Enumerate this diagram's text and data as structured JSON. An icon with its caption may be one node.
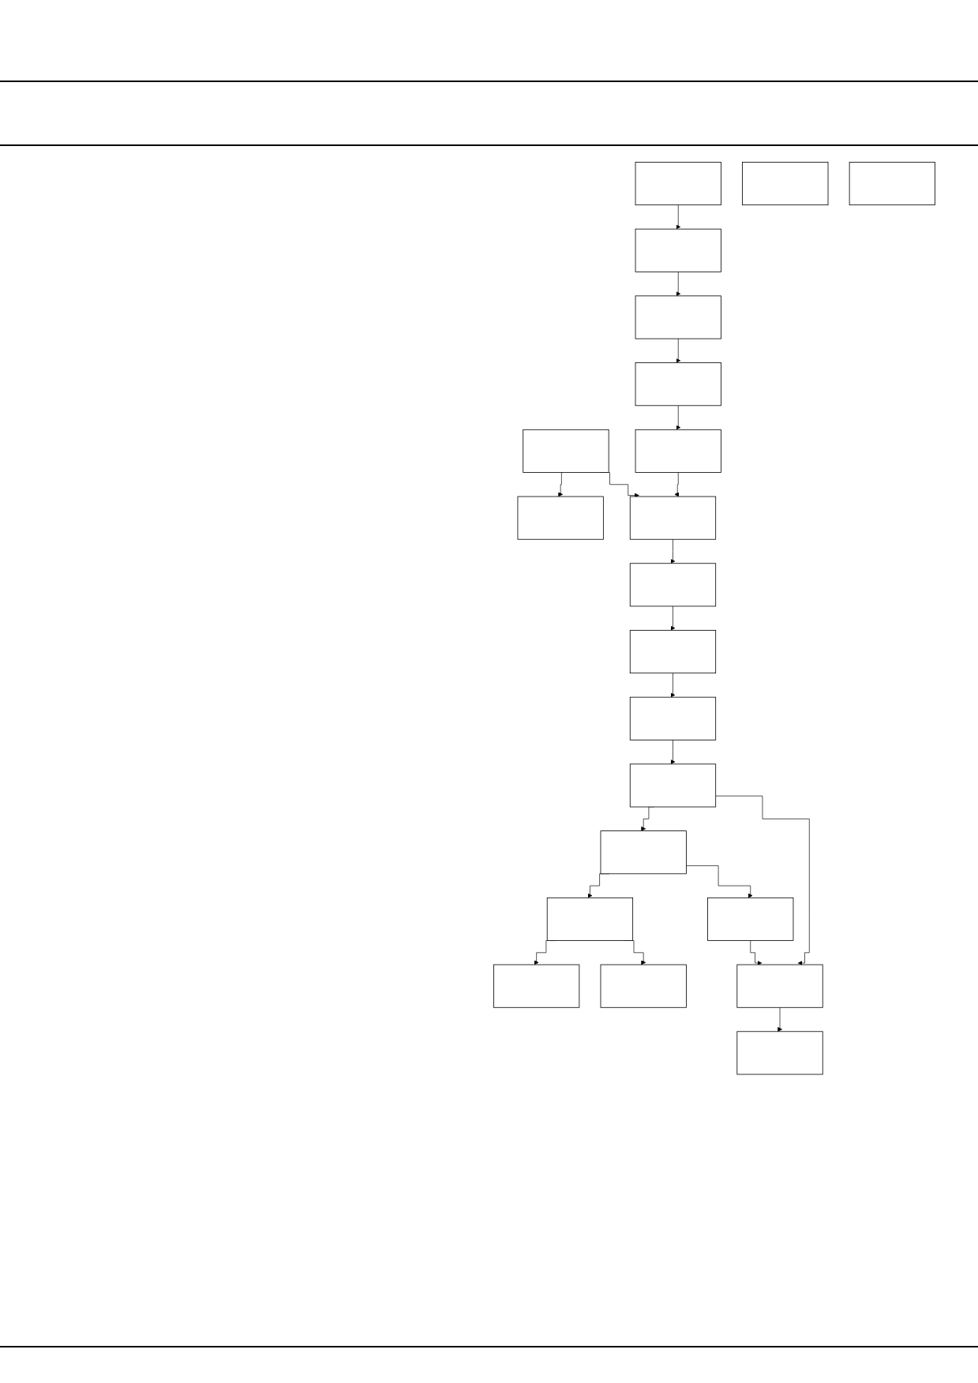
{
  "diagram": {
    "nodes": [
      {
        "text": [],
        "shape": "box"
      },
      {
        "text": [],
        "shape": "box"
      },
      {
        "text": [],
        "shape": "box"
      },
      {
        "text": [],
        "shape": "box"
      },
      {
        "text": [],
        "shape": "box"
      },
      {
        "text": [],
        "shape": "box"
      },
      {
        "text": [],
        "shape": "box"
      },
      {
        "text": [],
        "shape": "box"
      },
      {
        "text": [],
        "shape": "box"
      },
      {
        "text": [],
        "shape": "box"
      },
      {
        "text": [],
        "shape": "box"
      },
      {
        "text": [],
        "shape": "box"
      },
      {
        "text": [],
        "shape": "box"
      },
      {
        "text": [],
        "shape": "box"
      },
      {
        "text": [],
        "shape": "box"
      },
      {
        "text": [],
        "shape": "box"
      },
      {
        "text": [],
        "shape": "box"
      },
      {
        "text": [],
        "shape": "box"
      },
      {
        "text": [],
        "shape": "box"
      },
      {
        "text": [],
        "shape": "box"
      },
      {
        "text": [],
        "shape": "box"
      }
    ],
    "edges": [
      {
        "from": 0,
        "to": 2,
        "arrow": "to"
      },
      {
        "from": 2,
        "to": 3,
        "arrow": "to"
      },
      {
        "from": 3,
        "to": 4,
        "arrow": "to"
      },
      {
        "from": 4,
        "to": 5,
        "arrow": "to"
      },
      {
        "from": 5,
        "to": 9,
        "arrow": "to"
      },
      {
        "from": 6,
        "to": 7,
        "arrow": "to"
      },
      {
        "from": 6,
        "to": 9,
        "arrow": "to"
      },
      {
        "from": 9,
        "to": 10,
        "arrow": "to"
      },
      {
        "from": 10,
        "to": 11,
        "arrow": "to"
      },
      {
        "from": 11,
        "to": 12,
        "arrow": "to"
      },
      {
        "from": 12,
        "to": 13,
        "arrow": "to"
      },
      {
        "from": 13,
        "to": 14,
        "arrow": "to"
      },
      {
        "from": 13,
        "to": 19,
        "arrow": "to"
      },
      {
        "from": 14,
        "to": 15,
        "arrow": "to"
      },
      {
        "from": 14,
        "to": 16,
        "arrow": "to"
      },
      {
        "from": 15,
        "to": 19,
        "arrow": "to"
      },
      {
        "from": 16,
        "to": 17,
        "arrow": "to"
      },
      {
        "from": 16,
        "to": 18,
        "arrow": "to"
      },
      {
        "from": 19,
        "to": 20,
        "arrow": "to"
      }
    ]
  }
}
